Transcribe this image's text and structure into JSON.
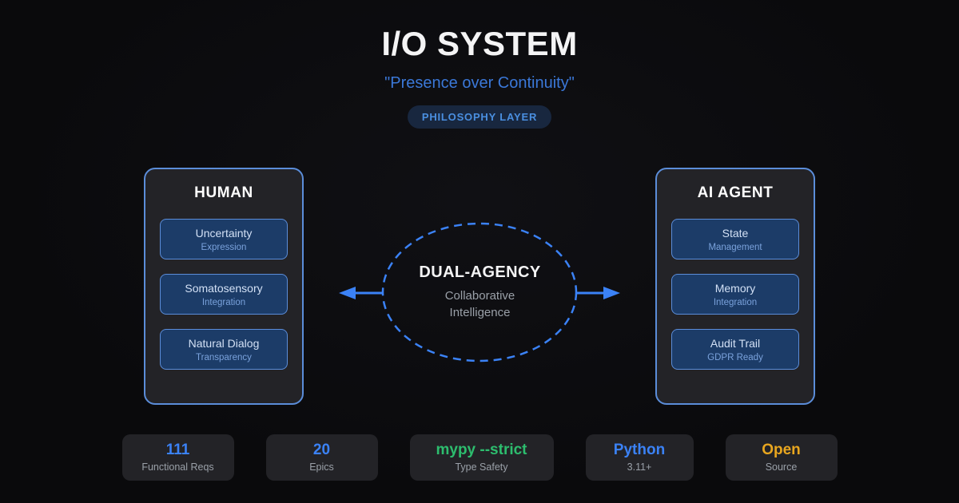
{
  "header": {
    "title": "I/O SYSTEM",
    "subtitle": "\"Presence over Continuity\"",
    "badge": "PHILOSOPHY LAYER"
  },
  "panels": [
    {
      "title": "HUMAN",
      "cards": [
        {
          "title": "Uncertainty",
          "subtitle": "Expression"
        },
        {
          "title": "Somatosensory",
          "subtitle": "Integration"
        },
        {
          "title": "Natural Dialog",
          "subtitle": "Transparency"
        }
      ]
    },
    {
      "title": "AI AGENT",
      "cards": [
        {
          "title": "State",
          "subtitle": "Management"
        },
        {
          "title": "Memory",
          "subtitle": "Integration"
        },
        {
          "title": "Audit Trail",
          "subtitle": "GDPR Ready"
        }
      ]
    }
  ],
  "center": {
    "title": "DUAL-AGENCY",
    "line1": "Collaborative",
    "line2": "Intelligence"
  },
  "stats": [
    {
      "value": "111",
      "label": "Functional Reqs",
      "color": "#3b82f6"
    },
    {
      "value": "20",
      "label": "Epics",
      "color": "#3b82f6"
    },
    {
      "value": "mypy --strict",
      "label": "Type Safety",
      "color": "#2dbd6e"
    },
    {
      "value": "Python",
      "label": "3.11+",
      "color": "#3b82f6"
    },
    {
      "value": "Open",
      "label": "Source",
      "color": "#e8a61f"
    }
  ],
  "colors": {
    "accent_blue": "#3b82f6",
    "panel_border": "#5b8dd9",
    "card_bg": "#1c3c68",
    "badge_bg": "#18273f",
    "background": "#0a0a0c",
    "green": "#2dbd6e",
    "gold": "#e8a61f"
  }
}
